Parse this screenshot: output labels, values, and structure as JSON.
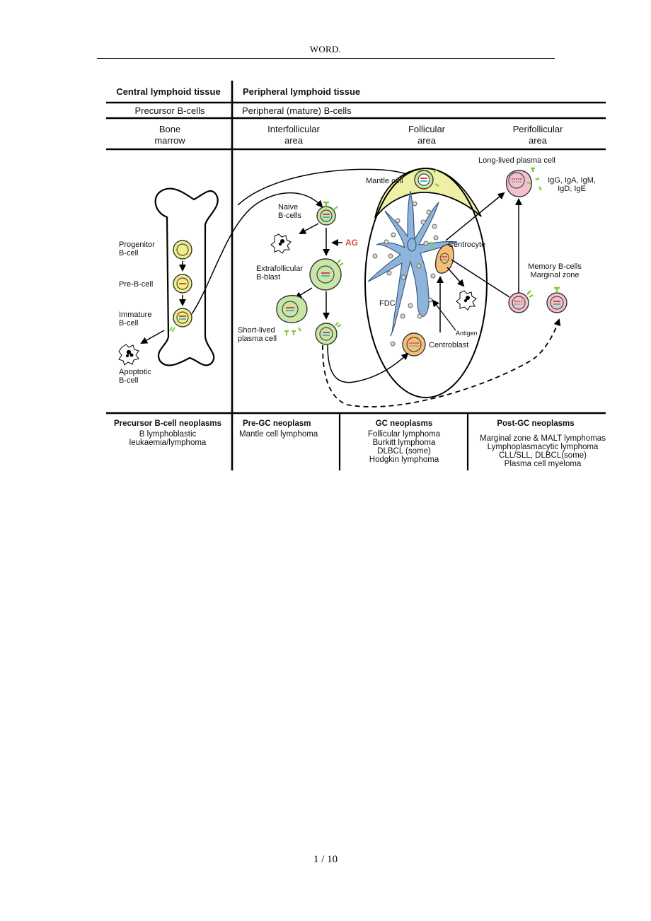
{
  "page": {
    "header": "WORD.",
    "footer": "1  / 10"
  },
  "table": {
    "row1": {
      "central": "Central lymphoid tissue",
      "peripheral": "Peripheral lymphoid tissue"
    },
    "row2": {
      "central": "Precursor B-cells",
      "peripheral": "Peripheral (mature) B-cells"
    },
    "row3": {
      "bone_marrow": [
        "Bone",
        "marrow"
      ],
      "interfollicular": [
        "Interfollicular",
        "area"
      ],
      "follicular": [
        "Follicular",
        "area"
      ],
      "perifollicular": [
        "Perifollicular",
        "area"
      ]
    },
    "neoplasms": {
      "precursor": {
        "title": "Precursor B-cell neoplasms",
        "items": [
          "B lymphoblastic",
          "leukaemia/lymphoma"
        ]
      },
      "pre_gc": {
        "title": "Pre-GC neoplasm",
        "items": [
          "Mantle cell lymphoma"
        ]
      },
      "gc": {
        "title": "GC neoplasms",
        "items": [
          "Follicular lymphoma",
          "Burkitt lymphoma",
          "DLBCL (some)",
          "Hodgkin lymphoma"
        ]
      },
      "post_gc": {
        "title": "Post-GC neoplasms",
        "items": [
          "Marginal zone & MALT lymphomas",
          "Lymphoplasmacytic lymphoma",
          "CLL/SLL, DLBCL(some)",
          "Plasma cell myeloma"
        ]
      }
    }
  },
  "diagram": {
    "bone_marrow": {
      "progenitor": [
        "Progenitor",
        "B-cell"
      ],
      "pre_b": "Pre-B-cell",
      "immature": [
        "Immature",
        "B-cell"
      ],
      "apoptotic": [
        "Apoptotic",
        "B-cell"
      ]
    },
    "interfollicular": {
      "naive": [
        "Naive",
        "B-cells"
      ],
      "ag": "AG",
      "extrafollicular": [
        "Extrafollicular",
        "B-blast"
      ],
      "short_lived": [
        "Short-lived",
        "plasma cell"
      ]
    },
    "follicular": {
      "mantle": "Mantle  cell",
      "fdc": "FDC",
      "centrocyte": "Centrocyte",
      "antigen": "Antigen",
      "centroblast": "Centroblast"
    },
    "perifollicular": {
      "long_lived": "Long-lived plasma cell",
      "ig_types": [
        "IgG, IgA, IgM,",
        "IgD, IgE"
      ],
      "memory": [
        "Memory B-cells",
        "Marginal zone"
      ]
    },
    "colors": {
      "bone_cell": "#f2ee8a",
      "naive_cell": "#c9e6a6",
      "mantle_zone": "#eef0a6",
      "fdc": "#8fb4dc",
      "centro": "#f6bf78",
      "plasma": "#f2c2cc",
      "receptor": "#7ccf3a",
      "ag_label": "#e8462a",
      "nucleus_red": "#e8402a",
      "nucleus_blue": "#38b8e0"
    }
  }
}
